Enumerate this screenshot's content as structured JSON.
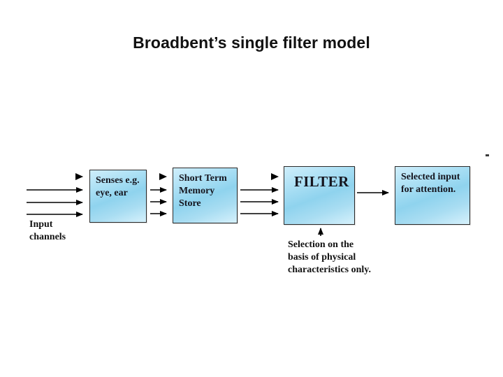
{
  "slide": {
    "title": "Broadbent’s single filter model",
    "background_color": "#ffffff"
  },
  "diagram": {
    "type": "flow-diagram",
    "box_fill_start": "#cfeefb",
    "box_fill_mid": "#8fd3ee",
    "box_fill_end": "#d6f1fc",
    "box_border_color": "#2b2b2b",
    "arrow_color": "#000000",
    "boxes": [
      {
        "id": "senses",
        "label": "Senses\ne.g. eye,\near"
      },
      {
        "id": "stm",
        "label": "Short Term\nMemory\nStore"
      },
      {
        "id": "filter",
        "label": "FILTER"
      },
      {
        "id": "selected",
        "label": "Selected input\nfor attention."
      }
    ],
    "labels": {
      "input_channels": "Input\nchannels",
      "selection_note": "Selection on the\nbasis of physical\ncharacteristics only."
    },
    "arrow_groups": [
      {
        "id": "into-senses",
        "count": 4,
        "direction": "right"
      },
      {
        "id": "senses-to-stm",
        "count": 4,
        "direction": "right"
      },
      {
        "id": "stm-to-filter",
        "count": 4,
        "direction": "right"
      },
      {
        "id": "filter-to-selected",
        "count": 1,
        "direction": "right"
      },
      {
        "id": "selection-into-filter",
        "count": 1,
        "direction": "up"
      }
    ]
  }
}
